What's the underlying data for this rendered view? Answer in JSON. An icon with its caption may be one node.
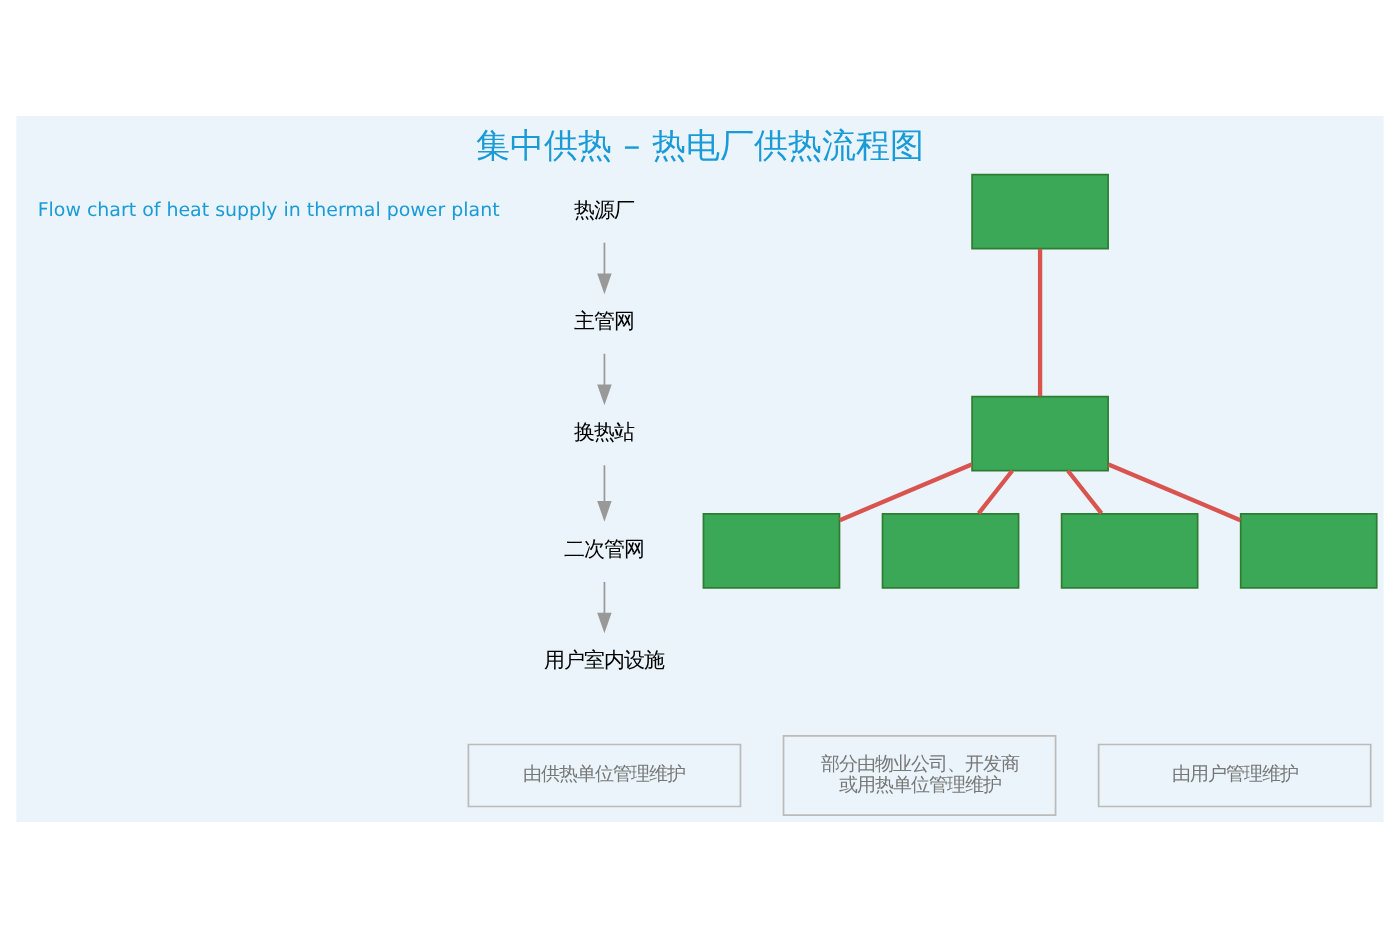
{
  "diagram": {
    "title": "集中供热 – 热电厂供热流程图",
    "nodes": [
      {
        "text": [
          "热源厂"
        ]
      },
      {
        "text": [
          "主管网"
        ]
      },
      {
        "text": [
          "换热站"
        ]
      },
      {
        "text": [
          "二次管网"
        ]
      },
      {
        "text": [
          "用户室内设施"
        ]
      },
      {
        "text": [],
        "shape": "box"
      },
      {
        "text": [],
        "shape": "box"
      },
      {
        "text": [],
        "shape": "box"
      },
      {
        "text": [],
        "shape": "box"
      },
      {
        "text": [],
        "shape": "box"
      },
      {
        "text": [],
        "shape": "box"
      },
      {
        "text": [
          "由供热单位管理维护"
        ]
      },
      {
        "text": [
          "部分由物业公司、开发商或用热单位管理维护"
        ]
      },
      {
        "text": [
          "由用户管理维护"
        ]
      }
    ],
    "edges": [
      {
        "from": 0,
        "to": 1,
        "arrow": "to",
        "color": "#999999"
      },
      {
        "from": 1,
        "to": 2,
        "arrow": "to",
        "color": "#999999"
      },
      {
        "from": 2,
        "to": 3,
        "arrow": "to",
        "color": "#999999"
      },
      {
        "from": 3,
        "to": 4,
        "arrow": "to",
        "color": "#999999"
      },
      {
        "from": 5,
        "to": 6,
        "arrow": "none"
      },
      {
        "from": 6,
        "to": 7,
        "arrow": "none"
      },
      {
        "from": 6,
        "to": 8,
        "arrow": "none"
      },
      {
        "from": 6,
        "to": 9,
        "arrow": "none"
      },
      {
        "from": 6,
        "to": 10,
        "arrow": "none"
      }
    ],
    "labels": [
      "Flow chart of heat supply in thermal power plant"
    ]
  }
}
